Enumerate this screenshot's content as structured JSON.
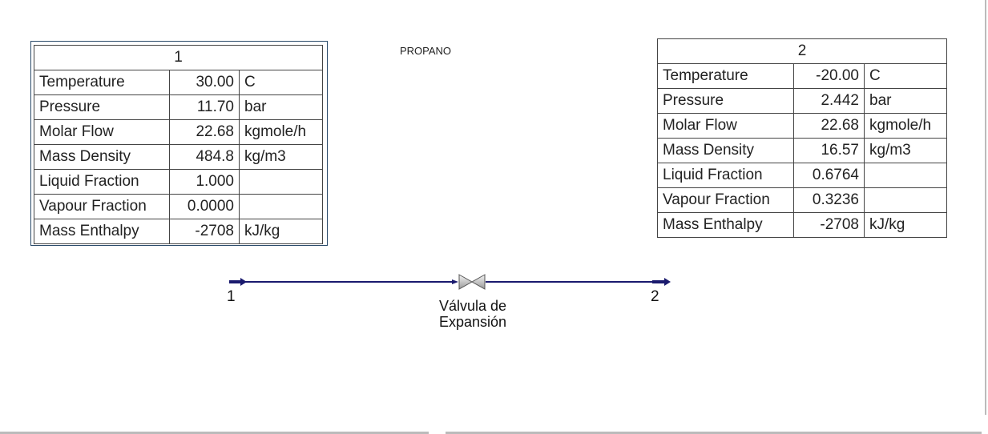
{
  "title": "PROPANO",
  "streams": [
    {
      "name": "1",
      "rows": [
        {
          "label": "Temperature",
          "value": "30.00",
          "unit": "C"
        },
        {
          "label": "Pressure",
          "value": "11.70",
          "unit": "bar"
        },
        {
          "label": "Molar Flow",
          "value": "22.68",
          "unit": "kgmole/h"
        },
        {
          "label": "Mass Density",
          "value": "484.8",
          "unit": "kg/m3"
        },
        {
          "label": "Liquid Fraction",
          "value": "1.000",
          "unit": ""
        },
        {
          "label": "Vapour Fraction",
          "value": "0.0000",
          "unit": ""
        },
        {
          "label": "Mass Enthalpy",
          "value": "-2708",
          "unit": "kJ/kg"
        }
      ]
    },
    {
      "name": "2",
      "rows": [
        {
          "label": "Temperature",
          "value": "-20.00",
          "unit": "C"
        },
        {
          "label": "Pressure",
          "value": "2.442",
          "unit": "bar"
        },
        {
          "label": "Molar Flow",
          "value": "22.68",
          "unit": "kgmole/h"
        },
        {
          "label": "Mass Density",
          "value": "16.57",
          "unit": "kg/m3"
        },
        {
          "label": "Liquid Fraction",
          "value": "0.6764",
          "unit": ""
        },
        {
          "label": "Vapour Fraction",
          "value": "0.3236",
          "unit": ""
        },
        {
          "label": "Mass Enthalpy",
          "value": "-2708",
          "unit": "kJ/kg"
        }
      ]
    }
  ],
  "diagram": {
    "inlet_label": "1",
    "outlet_label": "2",
    "valve_label_line1": "Válvula de",
    "valve_label_line2": "Expansión",
    "line_color": "#1a1a6e"
  }
}
